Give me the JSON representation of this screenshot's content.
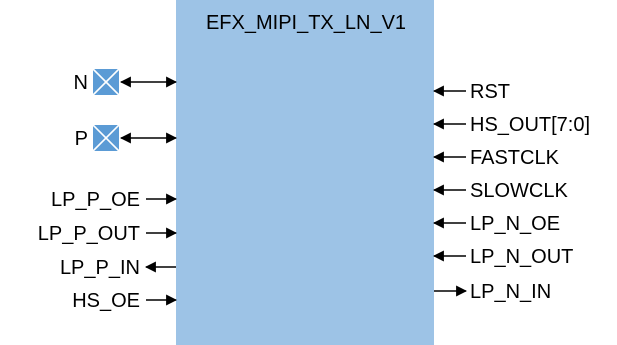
{
  "block": {
    "title": "EFX_MIPI_TX_LN_V1",
    "fill_color": "#9dc3e6",
    "pad_color": "#5b9bd5"
  },
  "left_ports": [
    {
      "id": "n",
      "label": "N",
      "direction": "bidirectional",
      "pad": true
    },
    {
      "id": "p",
      "label": "P",
      "direction": "bidirectional",
      "pad": true
    },
    {
      "id": "lp-p-oe",
      "label": "LP_P_OE",
      "direction": "input"
    },
    {
      "id": "lp-p-out",
      "label": "LP_P_OUT",
      "direction": "input"
    },
    {
      "id": "lp-p-in",
      "label": "LP_P_IN",
      "direction": "output"
    },
    {
      "id": "hs-oe",
      "label": "HS_OE",
      "direction": "input"
    }
  ],
  "right_ports": [
    {
      "id": "rst",
      "label": "RST",
      "direction": "input"
    },
    {
      "id": "hs-out",
      "label": "HS_OUT[7:0]",
      "direction": "input"
    },
    {
      "id": "fastclk",
      "label": "FASTCLK",
      "direction": "input"
    },
    {
      "id": "slowclk",
      "label": "SLOWCLK",
      "direction": "input"
    },
    {
      "id": "lp-n-oe",
      "label": "LP_N_OE",
      "direction": "input"
    },
    {
      "id": "lp-n-out",
      "label": "LP_N_OUT",
      "direction": "input"
    },
    {
      "id": "lp-n-in",
      "label": "LP_N_IN",
      "direction": "output"
    }
  ]
}
